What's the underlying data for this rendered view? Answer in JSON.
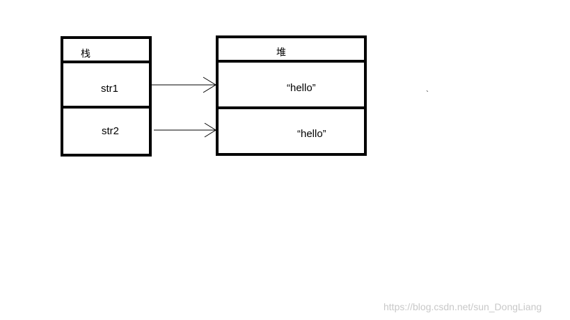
{
  "stack": {
    "title": "栈",
    "items": [
      "str1",
      "str2"
    ]
  },
  "heap": {
    "title": "堆",
    "items": [
      "“hello”",
      "“hello”"
    ]
  },
  "stray_mark": "`",
  "watermark": "https://blog.csdn.net/sun_DongLiang"
}
